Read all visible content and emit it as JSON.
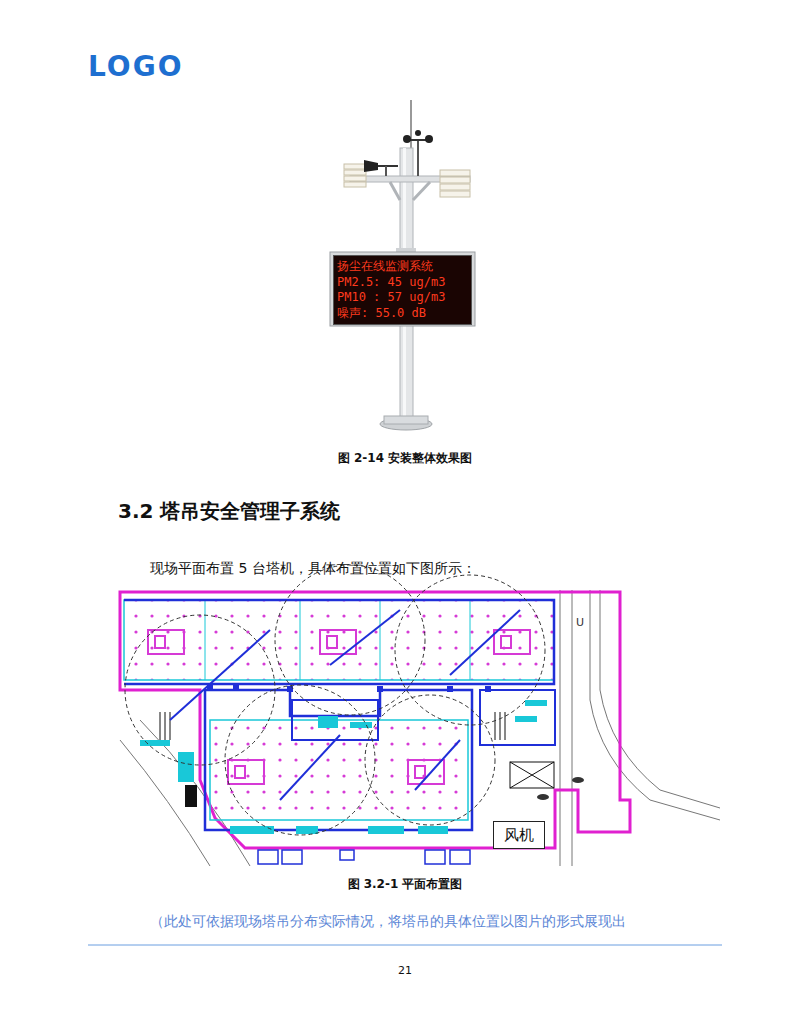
{
  "diagram": {
    "title": "3.2 塔吊安全管理子系统",
    "caption": "图 3.2-1 平面布置图",
    "nodes": [
      {
        "text": [
          "扬尘在线监测系统",
          "PM2.5: 45 ug/m3",
          "PM10 : 57 ug/m3",
          "噪声: 55.0 dB"
        ]
      },
      {
        "text": [
          "风机"
        ]
      }
    ],
    "labels": [
      "LOGO",
      "图 2-14 安装整体效果图",
      "现场平面布置 5 台塔机，具体布置位置如下图所示：",
      "U",
      "（此处可依据现场塔吊分布实际情况，将塔吊的具体位置以图片的形式展现出",
      "21"
    ]
  }
}
